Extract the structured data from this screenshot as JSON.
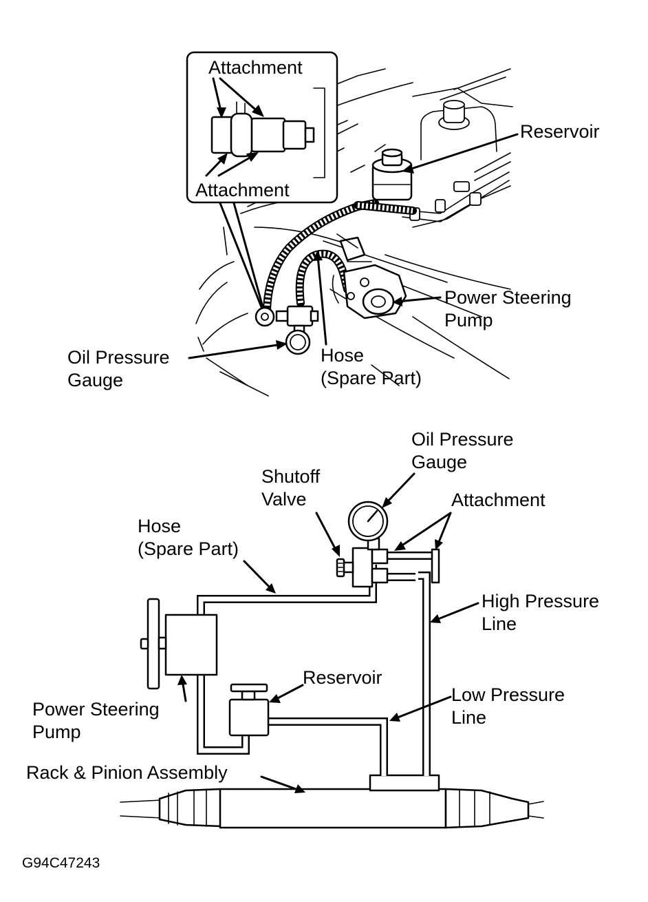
{
  "top_view": {
    "labels": {
      "attachment_upper": "Attachment",
      "attachment_lower": "Attachment",
      "reservoir": "Reservoir",
      "power_steering_pump": [
        "Power Steering",
        "Pump"
      ],
      "oil_pressure_gauge": [
        "Oil Pressure",
        "Gauge"
      ],
      "hose_spare_part": [
        "Hose",
        "(Spare Part)"
      ]
    }
  },
  "schematic": {
    "labels": {
      "oil_pressure_gauge": [
        "Oil Pressure",
        "Gauge"
      ],
      "shutoff_valve": [
        "Shutoff",
        "Valve"
      ],
      "attachment": "Attachment",
      "hose_spare_part": [
        "Hose",
        "(Spare Part)"
      ],
      "high_pressure_line": [
        "High Pressure",
        "Line"
      ],
      "reservoir": "Reservoir",
      "low_pressure_line": [
        "Low Pressure",
        "Line"
      ],
      "power_steering_pump": [
        "Power Steering",
        "Pump"
      ],
      "rack_pinion_assembly": "Rack & Pinion Assembly"
    }
  },
  "figure_code": "G94C47243"
}
